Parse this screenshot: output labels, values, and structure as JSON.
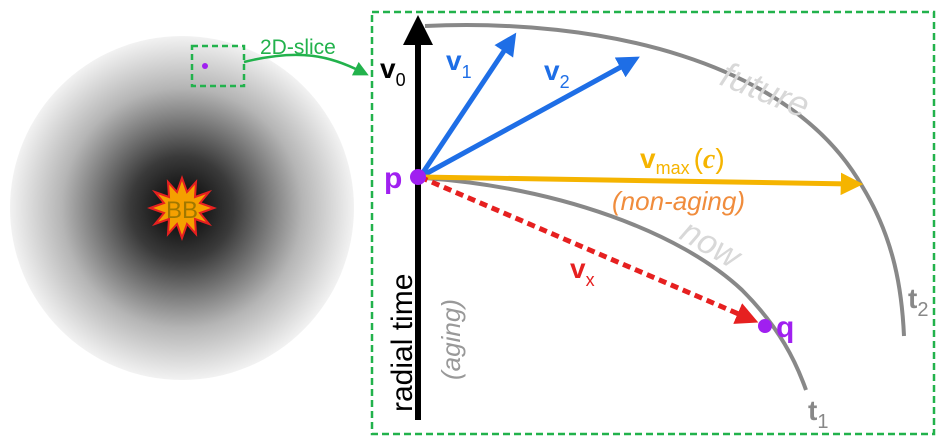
{
  "left_panel": {
    "center_label": "BB",
    "slice_label": "2D-slice"
  },
  "diagram": {
    "v0": {
      "main": "v",
      "sub": "0"
    },
    "v1": {
      "main": "v",
      "sub": "1"
    },
    "v2": {
      "main": "v",
      "sub": "2"
    },
    "vmax": {
      "main": "v",
      "sub": "max",
      "paren_open": "(",
      "c": "c",
      "paren_close": ")"
    },
    "non_aging": "(non-aging)",
    "vx": {
      "main": "v",
      "sub": "x"
    },
    "p": "p",
    "q": "q",
    "radial_time": "radial time",
    "aging": "(aging)",
    "future": "future",
    "now": "now",
    "t1": {
      "main": "t",
      "sub": "1"
    },
    "t2": {
      "main": "t",
      "sub": "2"
    }
  },
  "colors": {
    "green": "#22b24c",
    "blue": "#1e6ee6",
    "orange": "#f5b400",
    "orange_text": "#f08c3c",
    "red": "#e62020",
    "purple": "#a020f0",
    "gray": "#8a8a8a",
    "black": "#000000"
  }
}
